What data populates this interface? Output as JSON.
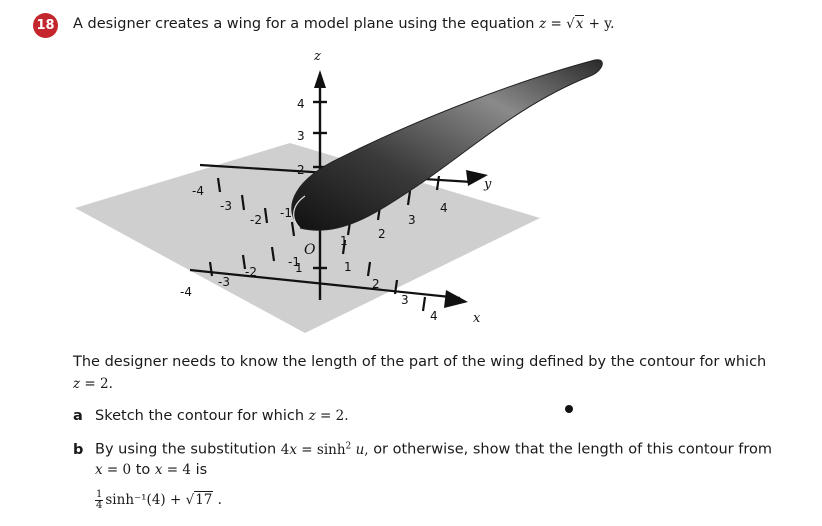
{
  "question": {
    "number": "18",
    "intro": "A designer creates a wing for a model plane using the equation",
    "equation_lhs": "z",
    "equation_eq": " = ",
    "equation_sqrt_arg": "x",
    "equation_rest": " + y.",
    "para1_a": "The designer needs to know the length of the part of the wing defined by the contour for which",
    "para1_b": "z = 2.",
    "part_a_label": "a",
    "part_a_text": "Sketch the contour for which",
    "part_a_math": "z = 2.",
    "part_b_label": "b",
    "part_b_text1": "By using the substitution",
    "part_b_math1": "4x = sinh² u,",
    "part_b_text2": "or otherwise, show that the length of this contour from",
    "part_b_math2": "x = 0",
    "part_b_to": "to",
    "part_b_math3": "x = 4",
    "part_b_is": "is",
    "result_frac_num": "1",
    "result_frac_den": "4",
    "result_rest": "sinh⁻¹(4) +",
    "result_sqrt_arg": "17",
    "result_end": " ."
  },
  "figure": {
    "axis_z": "z",
    "axis_y": "y",
    "axis_x": "x",
    "origin": "O",
    "z_ticks": [
      "1",
      "2",
      "3",
      "4"
    ],
    "y_pos_ticks": [
      "1",
      "2",
      "3",
      "4"
    ],
    "y_neg_ticks": [
      "-1",
      "-2",
      "-3",
      "-4"
    ],
    "x_pos_ticks": [
      "1",
      "2",
      "3",
      "4"
    ],
    "x_neg_ticks": [
      "-1",
      "-2",
      "-3",
      "-4"
    ],
    "colors": {
      "plane": "#cfcfcf",
      "wing_dark": "#1e1e1e",
      "wing_light": "#d8d8d8"
    }
  }
}
